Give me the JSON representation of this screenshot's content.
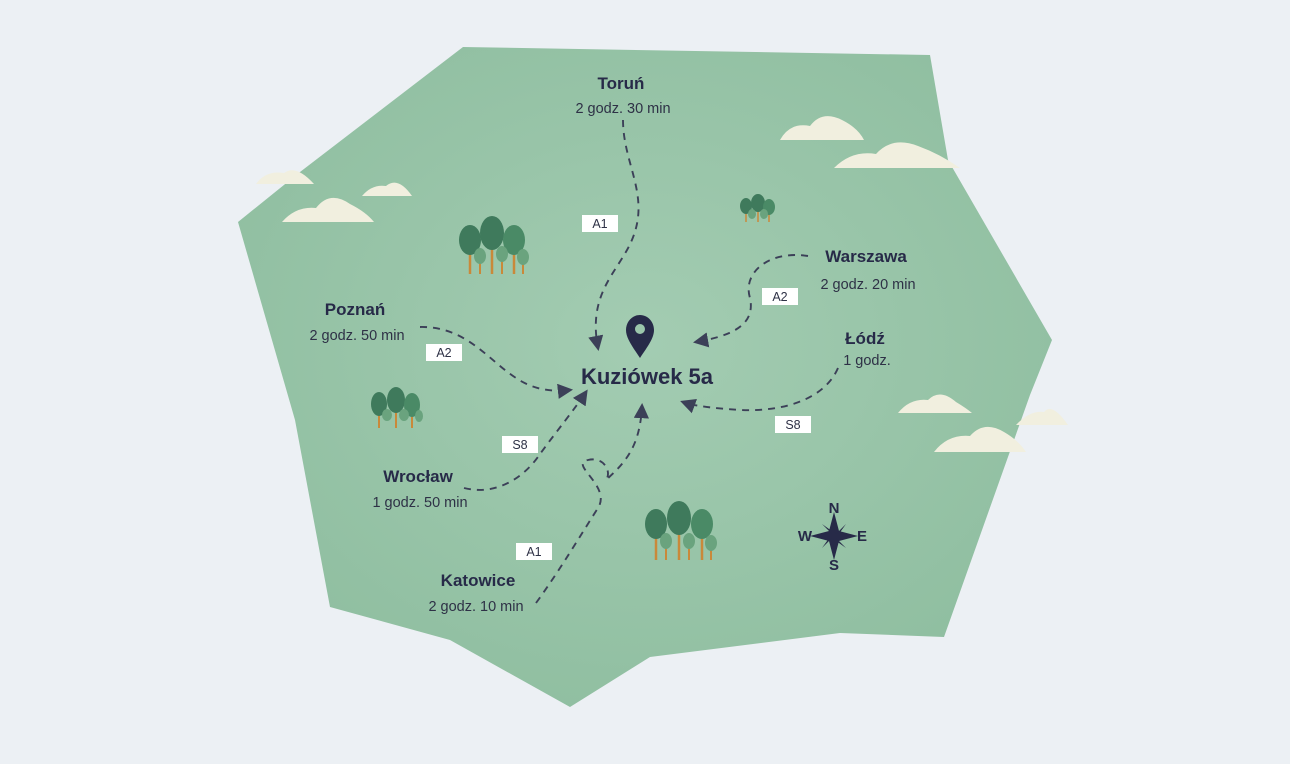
{
  "destination": {
    "name": "Kuziówek 5a",
    "icon": "map-pin-icon"
  },
  "cities": [
    {
      "id": "torun",
      "name": "Toruń",
      "time": "2 godz. 30 min",
      "road": "A1"
    },
    {
      "id": "warszawa",
      "name": "Warszawa",
      "time": "2 godz. 20 min",
      "road": "A2"
    },
    {
      "id": "lodz",
      "name": "Łódź",
      "time": "1 godz.",
      "road": "S8"
    },
    {
      "id": "poznan",
      "name": "Poznań",
      "time": "2 godz. 50 min",
      "road": "A2"
    },
    {
      "id": "wroclaw",
      "name": "Wrocław",
      "time": "1 godz. 50 min",
      "road": "S8"
    },
    {
      "id": "katowice",
      "name": "Katowice",
      "time": "2 godz. 10 min",
      "road": "A1"
    }
  ],
  "compass": {
    "n": "N",
    "e": "E",
    "s": "S",
    "w": "W"
  },
  "colors": {
    "background": "#ecf0f4",
    "land": "#97c4a8",
    "ink": "#272a48",
    "tree_dark": "#3f7a5c",
    "tree_light": "#6aa37e",
    "trunk": "#c9893a",
    "cloud": "#f1efdf"
  }
}
